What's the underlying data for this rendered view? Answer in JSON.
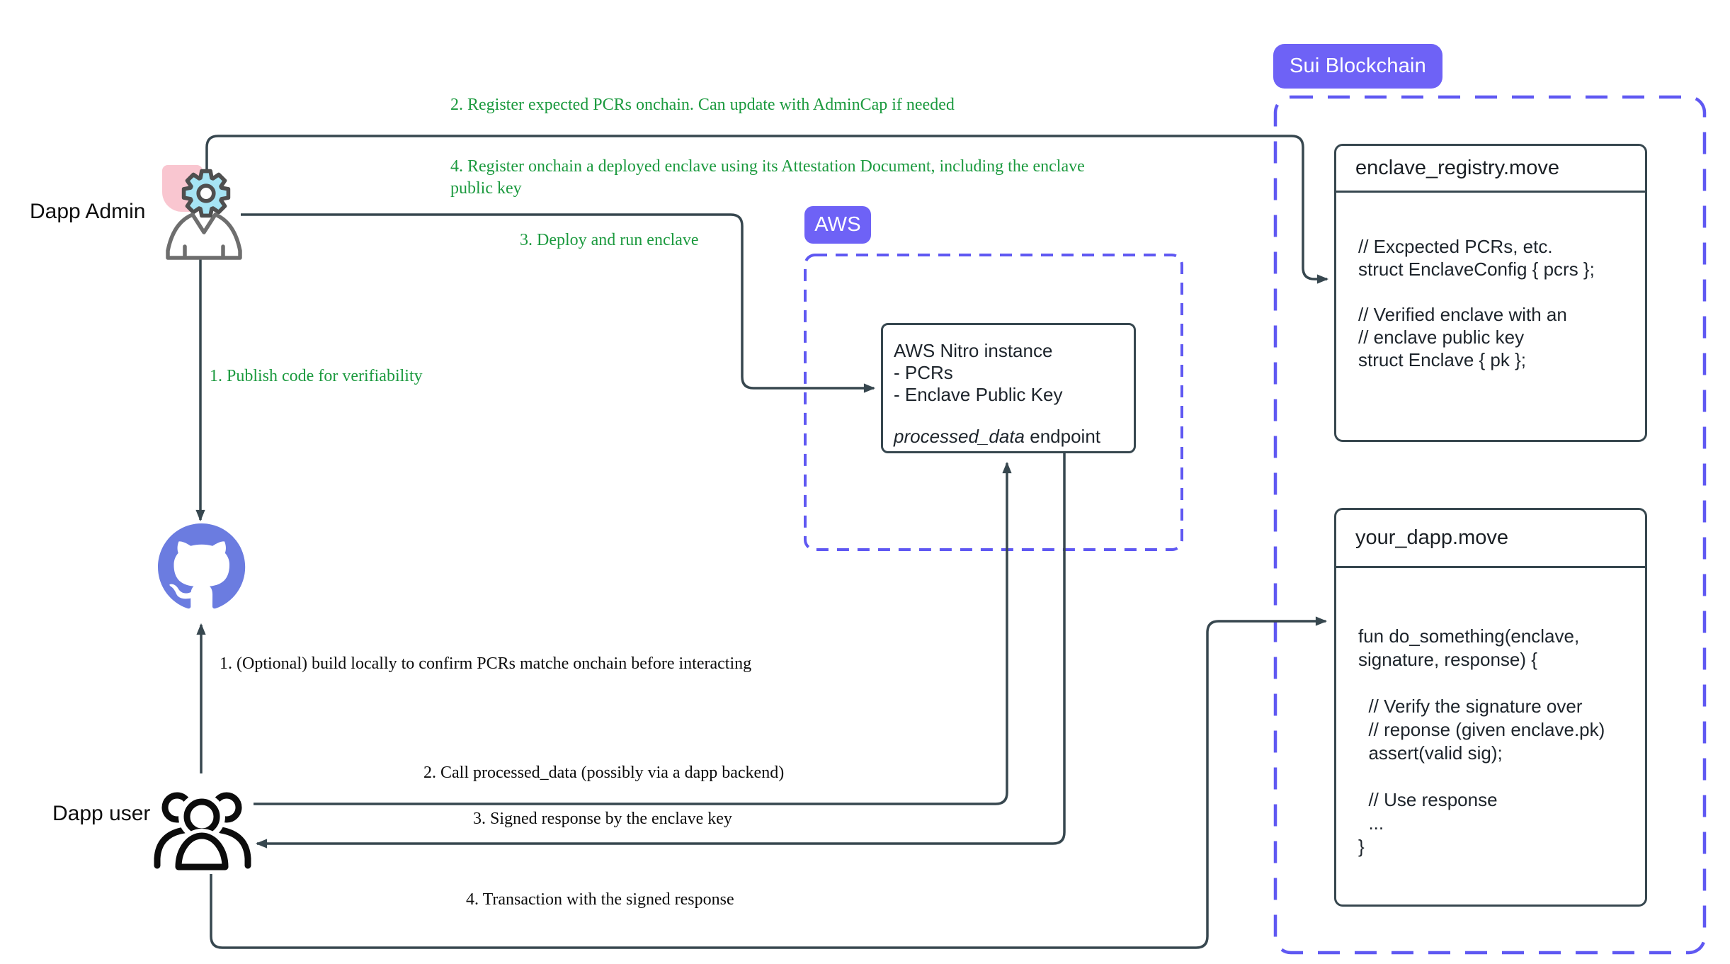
{
  "labels": {
    "dapp_admin": "Dapp Admin",
    "dapp_user": "Dapp user"
  },
  "badges": {
    "aws": "AWS",
    "sui": "Sui Blockchain"
  },
  "admin_flow": {
    "publish": "1. Publish code for verifiability",
    "register_pcrs": "2. Register expected PCRs onchain. Can update with AdminCap if needed",
    "deploy": "3. Deploy and run enclave",
    "register_enclave": "4. Register onchain a deployed enclave using its Attestation Document, including the enclave public key"
  },
  "user_flow": {
    "build_locally": "1. (Optional) build locally to confirm PCRs matche onchain before interacting",
    "call_endpoint": "2. Call processed_data (possibly via a dapp backend)",
    "signed_response": "3. Signed response by the enclave key",
    "transaction": "4. Transaction with the signed response"
  },
  "nitro_box": {
    "lines": "AWS Nitro instance\n- PCRs\n- Enclave Public Key",
    "endpoint_name": "processed_data",
    "endpoint_rest": " endpoint"
  },
  "registry_box": {
    "title": "enclave_registry.move",
    "code": "// Excpected PCRs, etc.\nstruct EnclaveConfig { pcrs };\n\n// Verified enclave with an\n// enclave public key\nstruct Enclave { pk };"
  },
  "dapp_box": {
    "title": "your_dapp.move",
    "code": "fun do_something(enclave,\nsignature, response) {\n\n  // Verify the signature over\n  // reponse (given enclave.pk)\n  assert(valid sig);\n\n  // Use response\n  ...\n}"
  },
  "icons": {
    "admin": "gear-icon + person-icon",
    "repo": "github-octocat-icon",
    "user": "people-group-icon"
  },
  "colors": {
    "line_dark": "#37474f",
    "accent_indigo": "#6e62f6",
    "dashed_indigo": "#5f58f2",
    "green": "#1c9a3f",
    "github": "#6b7ce0",
    "gear_fill": "#a6e4f4",
    "pink": "#f9c6d0"
  }
}
